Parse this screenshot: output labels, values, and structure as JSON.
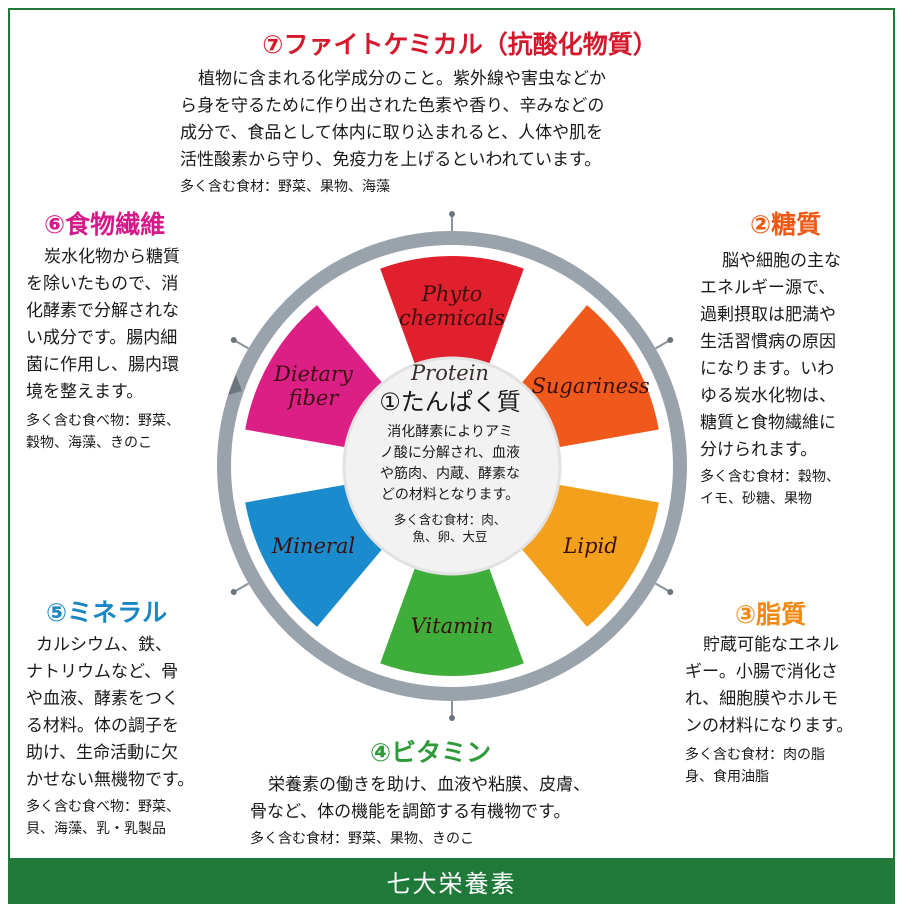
{
  "footer_title": "七大栄養素",
  "center": {
    "en": "Protein",
    "title": "①たんぱく質",
    "lines": [
      "消化酵素によりアミ",
      "ノ酸に分解され、血液",
      "や筋肉、内蔵、酵素な",
      "どの材料となります。"
    ],
    "food": [
      "多く含む食材：肉、",
      "魚、卵、大豆"
    ]
  },
  "wheel": {
    "segments": [
      {
        "name": "Phyto chemicals",
        "label_lines": [
          "Phyto",
          "chemicals"
        ],
        "color": "#e0202c"
      },
      {
        "name": "Sugariness",
        "label_lines": [
          "Sugariness"
        ],
        "color": "#ef5a1c"
      },
      {
        "name": "Lipid",
        "label_lines": [
          "Lipid"
        ],
        "color": "#f3a11d"
      },
      {
        "name": "Vitamin",
        "label_lines": [
          "Vitamin"
        ],
        "color": "#3fad3a"
      },
      {
        "name": "Mineral",
        "label_lines": [
          "Mineral"
        ],
        "color": "#1a8bcc"
      },
      {
        "name": "Dietary fiber",
        "label_lines": [
          "Dietary",
          "fiber"
        ],
        "color": "#dc1f85"
      }
    ],
    "ring_color": "#9aa3ab"
  },
  "sections": {
    "phyto": {
      "title": "⑦ファイトケミカル（抗酸化物質）",
      "lines": [
        "植物に含まれる化学成分のこと。紫外線や害虫などか",
        "ら身を守るために作り出された色素や香り、辛みなどの",
        "成分で、食品として体内に取り込まれると、人体や肌を",
        "活性酸素から守り、免疫力を上げるといわれています。"
      ],
      "food": [
        "多く含む食材：野菜、果物、海藻"
      ]
    },
    "sugar": {
      "title": "②糖質",
      "lines": [
        "脳や細胞の主な",
        "エネルギー源で、",
        "過剰摂取は肥満や",
        "生活習慣病の原因",
        "になります。いわ",
        "ゆる炭水化物は、",
        "糖質と食物繊維に",
        "分けられます。"
      ],
      "food": [
        "多く含む食材：穀物、",
        "イモ、砂糖、果物"
      ]
    },
    "lipid": {
      "title": "③脂質",
      "lines": [
        "貯蔵可能なエネル",
        "ギー。小腸で消化さ",
        "れ、細胞膜やホルモ",
        "ンの材料になります。"
      ],
      "food": [
        "多く含む食材：肉の脂",
        "身、食用油脂"
      ]
    },
    "vitamin": {
      "title": "④ビタミン",
      "lines": [
        "栄養素の働きを助け、血液や粘膜、皮膚、",
        "骨など、体の機能を調節する有機物です。"
      ],
      "food": [
        "多く含む食材：野菜、果物、きのこ"
      ]
    },
    "mineral": {
      "title": "⑤ミネラル",
      "lines": [
        "カルシウム、鉄、",
        "ナトリウムなど、骨",
        "や血液、酵素をつく",
        "る材料。体の調子を",
        "助け、生命活動に欠",
        "かせない無機物です。"
      ],
      "food": [
        "多く含む食べ物：野菜、",
        "貝、海藻、乳・乳製品"
      ]
    },
    "fiber": {
      "title": "⑥食物繊維",
      "lines": [
        "炭水化物から糖質",
        "を除いたもので、消",
        "化酵素で分解されな",
        "い成分です。腸内細",
        "菌に作用し、腸内環",
        "境を整えます。"
      ],
      "food": [
        "多く含む食べ物：野菜、",
        "穀物、海藻、きのこ"
      ]
    }
  }
}
